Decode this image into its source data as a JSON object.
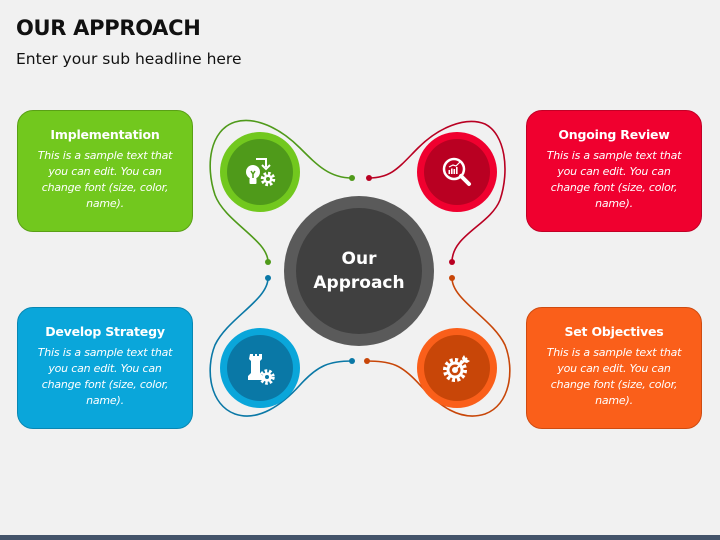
{
  "header": {
    "title": "OUR APPROACH",
    "subtitle": "Enter your sub headline here"
  },
  "center": {
    "line1": "Our",
    "line2": "Approach"
  },
  "steps": [
    {
      "title": "Implementation",
      "body": "This is a sample text that you can edit. You can change font (size, color, name).",
      "icon": "lightbulb-gear-icon",
      "color": "#72c81e",
      "dark": "#4f9a1a"
    },
    {
      "title": "Ongoing Review",
      "body": "This is a sample text that you can edit. You can change font (size, color, name).",
      "icon": "magnifier-chart-icon",
      "color": "#f0002f",
      "dark": "#b90022"
    },
    {
      "title": "Develop Strategy",
      "body": "This is a sample text that you can edit. You can change font (size, color, name).",
      "icon": "chess-rook-gear-icon",
      "color": "#0aa6da",
      "dark": "#0a78a6"
    },
    {
      "title": "Set Objectives",
      "body": "This is a sample text that you can edit. You can change font (size, color, name).",
      "icon": "target-gear-icon",
      "color": "#fa5f1a",
      "dark": "#c84608"
    }
  ],
  "footer_color": "#44546a"
}
